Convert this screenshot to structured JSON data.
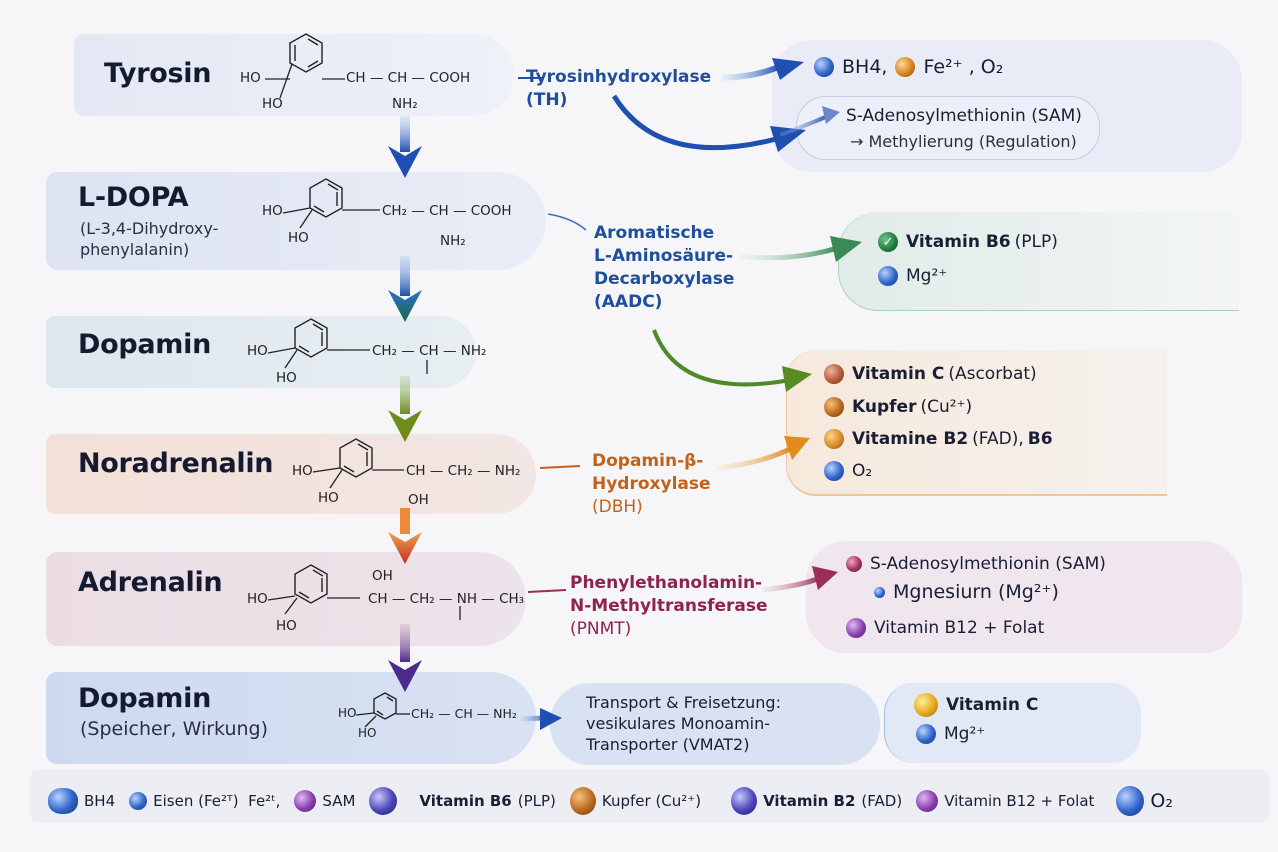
{
  "pathway": {
    "steps": [
      {
        "name": "Tyrosin",
        "subtitle": "",
        "formula_left": "HO",
        "formula_left2": "HO",
        "chain": "CH — CH — COOH",
        "below": "NH₂"
      },
      {
        "name": "L-DOPA",
        "subtitle": "(L-3,4-Dihydroxy-\nphenylalanin)",
        "formula_left": "HO",
        "formula_left2": "HO",
        "chain": "CH₂ — CH — COOH",
        "below": "NH₂"
      },
      {
        "name": "Dopamin",
        "subtitle": "",
        "formula_left": "HO",
        "formula_left2": "HO",
        "chain": "CH₂ — CH — NH₂",
        "below": ""
      },
      {
        "name": "Noradrenalin",
        "subtitle": "",
        "formula_left": "HO",
        "formula_left2": "HO",
        "chain": "CH — CH₂ — NH₂",
        "below": "OH"
      },
      {
        "name": "Adrenalin",
        "subtitle": "",
        "formula_left": "HO",
        "formula_left2": "HO",
        "chain": "CH — CH₂ — NH — CH₃",
        "above": "OH"
      },
      {
        "name": "Dopamin",
        "subtitle": "(Speicher, Wirkung)",
        "formula_left": "HO",
        "formula_left2": "HO",
        "chain": "CH₂ — CH — NH₂"
      }
    ],
    "enzymes": [
      {
        "line1": "Tyrosinhydroxylase",
        "line2": "(TH)",
        "color": "#1f4f9a"
      },
      {
        "line1": "Aromatische",
        "line2": "L-Aminosäure-",
        "line3": "Decarboxylase",
        "line4": "(AADC)",
        "color": "#1f4f9a"
      },
      {
        "line1": "Dopamin-β-",
        "line2": "Hydroxylase",
        "line3": "(DBH)",
        "color": "#c2621a"
      },
      {
        "line1": "Phenylethanolamin-",
        "line2": "N-Methyltransferase",
        "line3": "(PNMT)",
        "color": "#8e2350"
      }
    ],
    "cofactors": {
      "th": {
        "line1_a": "BH4,",
        "line1_b": "Fe²⁺ , O₂",
        "sam": "S-Adenosylmethionin (SAM)",
        "sam_note": "→ Methylierung (Regulation)"
      },
      "aadc": {
        "b6": "Vitamin B6",
        "b6_note": "(PLP)",
        "mg": "Mg²⁺"
      },
      "dbh": {
        "c": "Vitamin C",
        "c_note": "(Ascorbat)",
        "cu": "Kupfer",
        "cu_note": "(Cu²⁺)",
        "b2": "Vitamine B2",
        "b2_note": "(FAD),",
        "b2_tail": "B6",
        "o2": "O₂"
      },
      "pnmt": {
        "sam": "S-Adenosylmethionin (SAM)",
        "mg": "Mgnesiurn (Mg²⁺)",
        "b12": "Vitamin B12 + Folat"
      },
      "transport": {
        "line1": "Transport & Freisetzung:",
        "line2": "vesikulares Monoamin-",
        "line3": "Transporter (VMAT2)"
      },
      "final": {
        "c": "Vitamin C",
        "mg": "Mg²⁺"
      }
    }
  },
  "legend": [
    {
      "icon": "bh4-icon",
      "label": "BH4"
    },
    {
      "icon": "iron-icon",
      "label": "Eisen (Fe²ᵀ)  Fe²ᵗ,"
    },
    {
      "icon": "sam-icon",
      "label": "SAM"
    },
    {
      "icon": "b6-icon",
      "label_bold": "Vitamin B6",
      "label": "(PLP)"
    },
    {
      "icon": "copper-icon",
      "label": "Kupfer (Cu²⁺)"
    },
    {
      "icon": "b2-icon",
      "label_bold": "Vitamin B2",
      "label": "(FAD)"
    },
    {
      "icon": "b12-icon",
      "label": "Vitamin B12 + Folat"
    },
    {
      "icon": "oxygen-icon",
      "label": "O₂"
    }
  ]
}
